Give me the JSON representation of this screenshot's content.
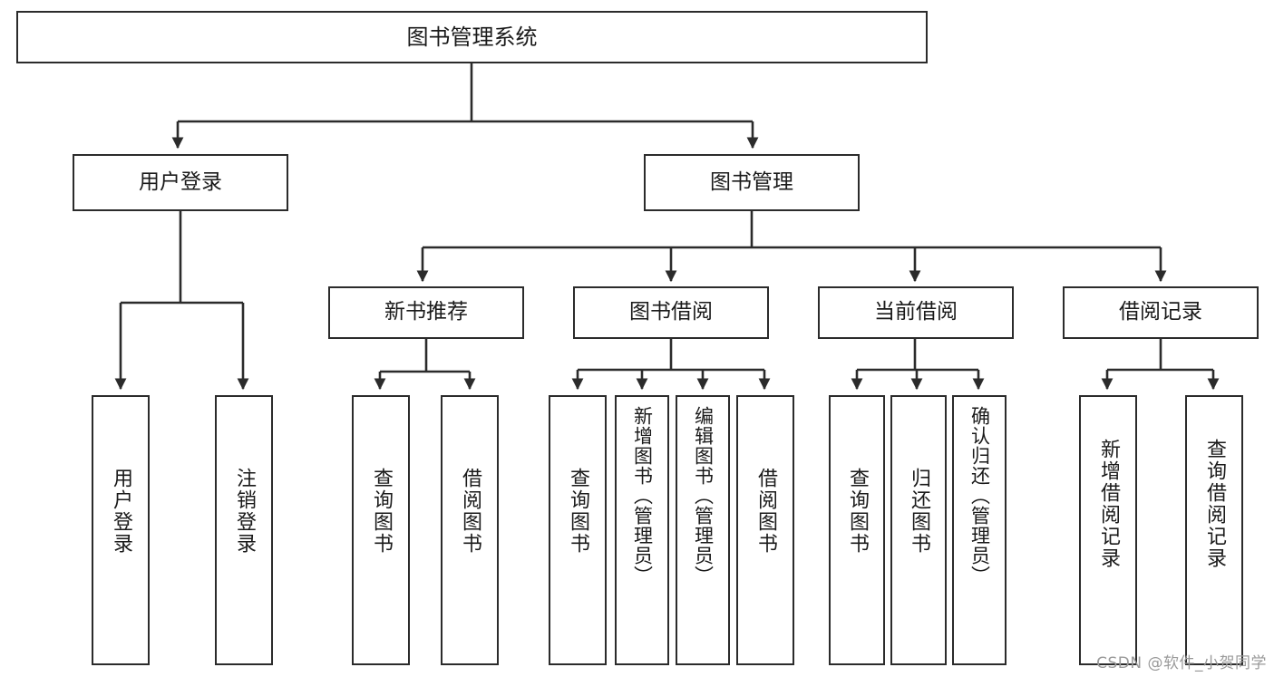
{
  "diagram": {
    "title": "图书管理系统",
    "type": "tree",
    "watermark": "CSDN @软件_小贺同学",
    "colors": {
      "box_border": "#2b2b2b",
      "box_fill": "#ffffff",
      "connector": "#2b2b2b",
      "text": "#1a1a1a",
      "watermark": "#9a9a9a"
    },
    "root": {
      "label": "图书管理系统"
    },
    "level1": [
      {
        "label": "用户登录"
      },
      {
        "label": "图书管理"
      }
    ],
    "level2": [
      {
        "label": "新书推荐"
      },
      {
        "label": "图书借阅"
      },
      {
        "label": "当前借阅"
      },
      {
        "label": "借阅记录"
      }
    ],
    "leaves": {
      "user_login": [
        {
          "label": "用户登录"
        },
        {
          "label": "注销登录"
        }
      ],
      "new_book_recommend": [
        {
          "label": "查询图书"
        },
        {
          "label": "借阅图书"
        }
      ],
      "book_borrow": [
        {
          "label": "查询图书"
        },
        {
          "label": "新增图书（管理员）"
        },
        {
          "label": "编辑图书（管理员）"
        },
        {
          "label": "借阅图书"
        }
      ],
      "current_borrow": [
        {
          "label": "查询图书"
        },
        {
          "label": "归还图书"
        },
        {
          "label": "确认归还（管理员）"
        }
      ],
      "borrow_record": [
        {
          "label": "新增借阅记录"
        },
        {
          "label": "查询借阅记录"
        }
      ]
    }
  }
}
